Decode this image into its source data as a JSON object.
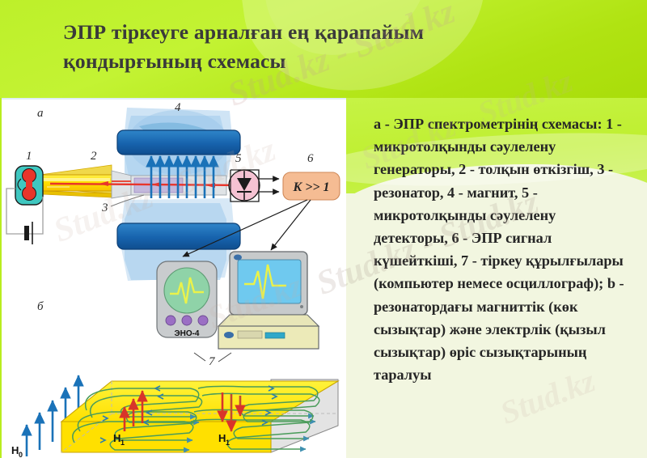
{
  "slide": {
    "title_line1": "ЭПР  тіркеуге  арналған  ең  қарапайым",
    "title_line2": "қондырғының схемасы",
    "header_bg": "#bdf02a",
    "caption_bg": "#f2f6e0",
    "diagram_bg": "#ffffff"
  },
  "caption": {
    "text": "a - ЭПР спектрометрінің схемасы: 1 - микротолқынды сәулелену генераторы, 2 - толқын өткізгіш, 3 - резонатор, 4 - магнит, 5 - микротолқынды сәулелену детекторы, 6 - ЭПР сигнал күшейткіші, 7 - тіркеу құрылғылары (компьютер немесе осциллограф); b - резонатордағы магниттік (көк сызықтар) және электрлік (қызыл сызықтар) өріс сызықтарының таралуы"
  },
  "diagram": {
    "panel_a_label": "а",
    "panel_b_label": "б",
    "callouts": {
      "one": "1",
      "two": "2",
      "three": "3",
      "four": "4",
      "five": "5",
      "six": "6",
      "seven": "7"
    },
    "amplifier_label": "K >> 1",
    "oscilloscope_model": "ЭНО-4",
    "field_labels": {
      "h0": "H",
      "h0_sub": "0",
      "h1_left": "H",
      "h1_left_sub": "1",
      "h1_right": "H",
      "h1_right_sub": "1"
    },
    "colors": {
      "magnet_dark_blue": "#1763ad",
      "magnet_light_blue": "#a9d2ef",
      "waveguide_yellow": "#ffe400",
      "generator_teal": "#3fc7c0",
      "klystron_red": "#e8352b",
      "detector_pink": "#f5c2d2",
      "amplifier_orange": "#f5bc93",
      "block_yellow": "#ffe800",
      "arrow_blue": "#1a72b8",
      "arrow_red": "#d8342a",
      "field_line_green": "#5aa832"
    }
  },
  "watermarks": {
    "w1": "Stud.kz - Stud.kz",
    "w2": "Stud.kz - Stud.kz",
    "w3": "Stud.kz - Stud.kz",
    "w4": "Stud.kz - Stud.kz",
    "w5": "Stud.kz",
    "w6": "Stud.kz"
  }
}
